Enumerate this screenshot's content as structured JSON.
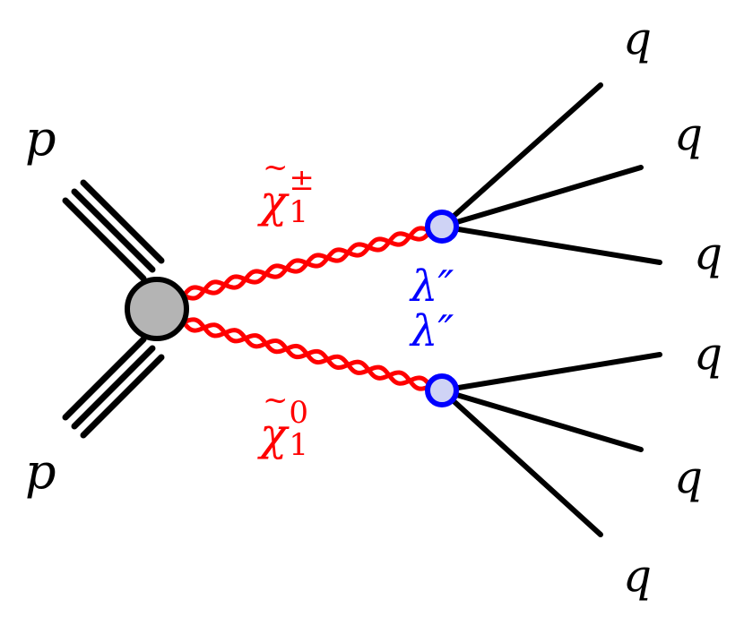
{
  "diagram": {
    "incoming": {
      "top_label": "p",
      "bottom_label": "p"
    },
    "upper_gaugino": {
      "symbol": "χ",
      "tilde": "~",
      "superscript": "±",
      "subscript": "1"
    },
    "lower_gaugino": {
      "symbol": "χ",
      "tilde": "~",
      "superscript": "0",
      "subscript": "1"
    },
    "couplings": {
      "upper": "λ″",
      "lower": "λ″"
    },
    "quarks": [
      "q",
      "q",
      "q",
      "q",
      "q",
      "q"
    ],
    "colors": {
      "gaugino": "#ff0000",
      "coupling_vertex_fill": "#cfd3f5",
      "coupling_vertex_stroke": "#0000ff",
      "blob_fill": "#b4b4b4",
      "lines": "#000000"
    }
  }
}
